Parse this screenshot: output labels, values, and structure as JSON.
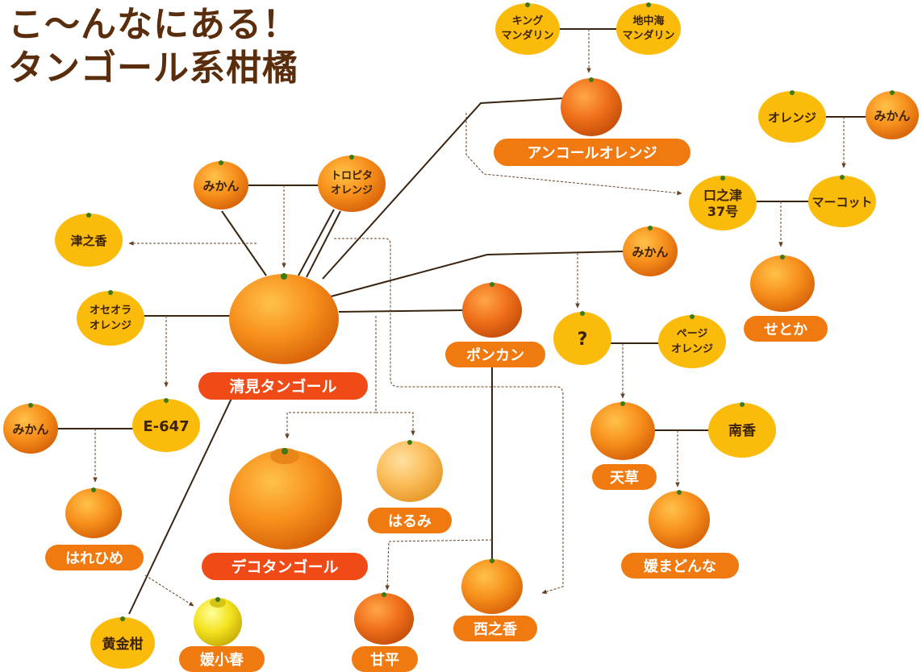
{
  "title": {
    "line1": "こ〜んなにある！",
    "line2": "タンゴール系柑橘"
  },
  "colors": {
    "title": "#5a2d0c",
    "parent_bubble": "#fbbb0a",
    "label_red": "#f04a16",
    "label_orange": "#f07a10",
    "line": "#3a2410"
  },
  "parents": {
    "king": [
      "キング",
      "マンダリン"
    ],
    "mediterranean": [
      "地中海",
      "マンダリン"
    ],
    "orange_right": [
      "オレンジ"
    ],
    "mikan_right_top": [
      "みかん"
    ],
    "kuchinotsu": [
      "口之津",
      "37号"
    ],
    "murcott": [
      "マーコット"
    ],
    "mikan_left": [
      "みかん"
    ],
    "tropita": [
      "トロピタ",
      "オレンジ"
    ],
    "tsunokaori": [
      "津之香"
    ],
    "mikan_mid": [
      "みかん"
    ],
    "osceola": [
      "オセオラ",
      "オレンジ"
    ],
    "unknown": [
      "?"
    ],
    "page": [
      "ページ",
      "オレンジ"
    ],
    "mikan_far_left": [
      "みかん"
    ],
    "e647": [
      "E-647"
    ],
    "nanko": [
      "南香"
    ],
    "ogonkan": [
      "黄金柑"
    ]
  },
  "varieties": {
    "ankor": "アンコールオレンジ",
    "setoka": "せとか",
    "kiyomi": "清見タンゴール",
    "ponkan": "ポンカン",
    "amakusa": "天草",
    "harehime": "はれひめ",
    "harumi": "はるみ",
    "dekopon": "デコタンゴール",
    "madonna": "媛まどんな",
    "kanpei": "甘平",
    "seinoka": "西之香",
    "ekoharu": "媛小春"
  }
}
